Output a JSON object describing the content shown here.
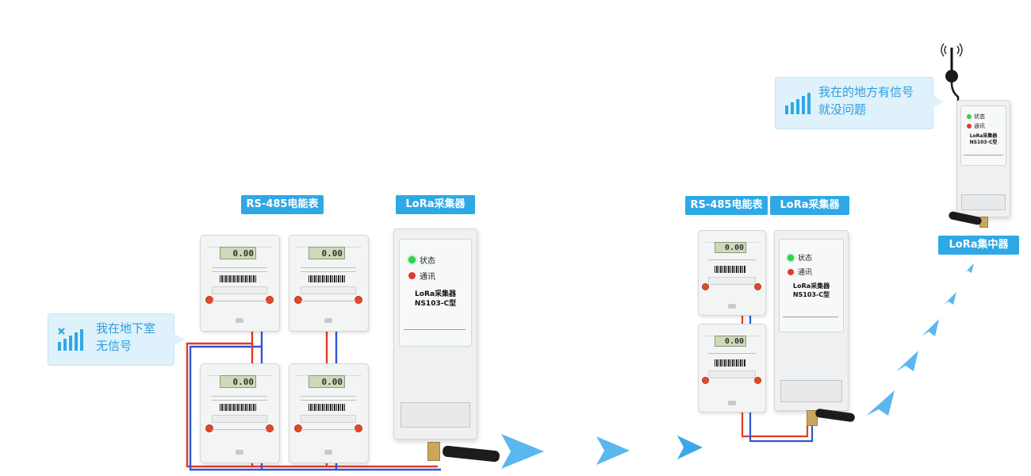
{
  "labels": {
    "meter_group_1": "RS-485电能表",
    "collector_1": "LoRa采集器",
    "meter_group_2": "RS-485电能表",
    "collector_2": "LoRa采集器",
    "concentrator": "LoRa集中器"
  },
  "bubbles": {
    "basement": {
      "line1": "我在地下室",
      "line2": "无信号"
    },
    "signal": {
      "line1": "我在的地方有信号",
      "line2": "就没问题"
    }
  },
  "meter": {
    "display": "0.00"
  },
  "collector": {
    "status": "状态",
    "comm": "通讯",
    "name_line1": "LoRa采集器",
    "name_line2": "NS103-C型"
  },
  "concentrator_device": {
    "status": "状态",
    "comm": "通讯",
    "name_line1": "LoRa采集器",
    "name_line2": "NS103-C型"
  },
  "colors": {
    "accent": "#2fa8e6",
    "wire_red": "#e03a2a",
    "wire_blue": "#2f55d8",
    "arrow": "#5ab8ee",
    "led_green": "#2fd14a",
    "led_red": "#e03a2a"
  },
  "icons": {
    "no_signal": "no-signal-icon",
    "signal": "signal-bars-icon",
    "arrow": "chevron-right-icon",
    "antenna": "antenna-icon"
  }
}
